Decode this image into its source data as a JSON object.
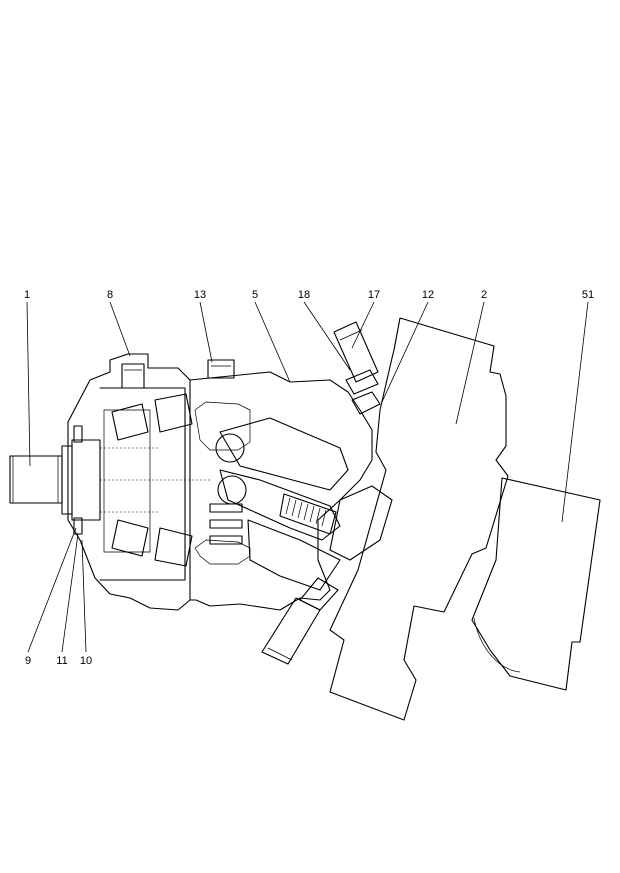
{
  "callouts": {
    "c1": "1",
    "c8": "8",
    "c13": "13",
    "c5": "5",
    "c18": "18",
    "c17": "17",
    "c12": "12",
    "c2": "2",
    "c51": "51",
    "c9": "9",
    "c11": "11",
    "c10": "10"
  }
}
